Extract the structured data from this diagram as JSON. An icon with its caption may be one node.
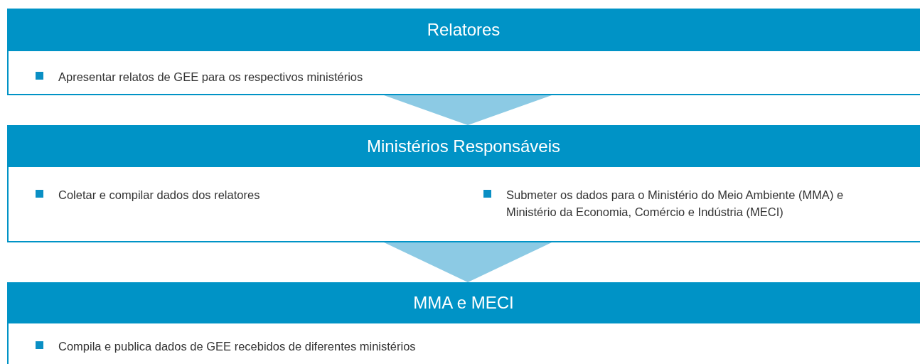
{
  "diagram": {
    "nodes": [
      {
        "text": [
          "Relatores",
          "Apresentar relatos de GEE para os respectivos ministérios"
        ]
      },
      {
        "text": [
          "Ministérios Responsáveis",
          "Coletar e compilar dados dos relatores",
          "Submeter os dados para o Ministério do Meio Ambiente (MMA) e Ministério da Economia, Comércio e Indústria (MECI)"
        ]
      },
      {
        "text": [
          "MMA e MECI",
          "Compila e publica dados de GEE recebidos de diferentes ministérios"
        ]
      }
    ],
    "edges": [
      {
        "from": 0,
        "to": 1,
        "arrow": "to"
      },
      {
        "from": 1,
        "to": 2,
        "arrow": "to"
      }
    ]
  }
}
